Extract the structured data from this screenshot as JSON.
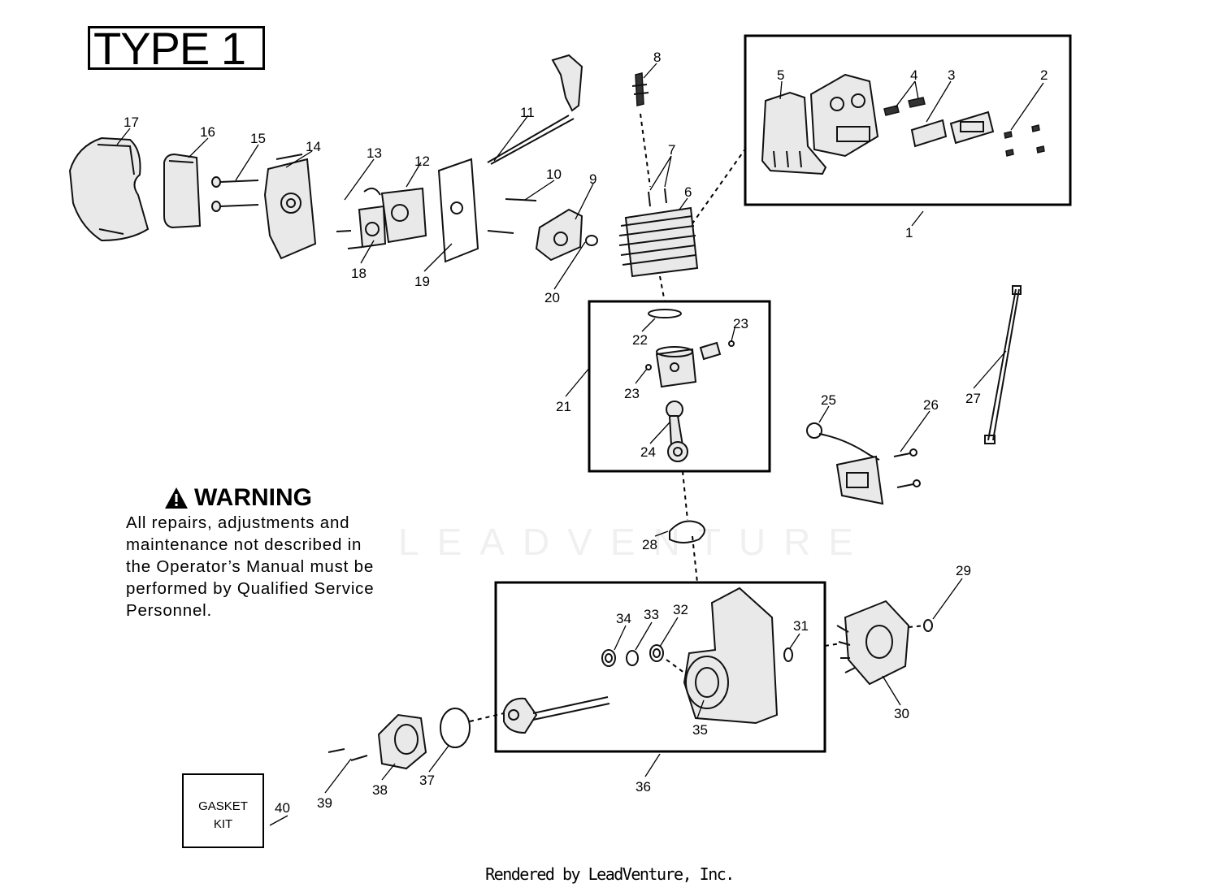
{
  "type_label": "TYPE 1",
  "warning": {
    "title": "WARNING",
    "lines": [
      "All repairs, adjustments and",
      "maintenance not described in",
      "the Operator’s Manual must be",
      "performed by Qualified Service",
      "Personnel."
    ]
  },
  "gasket_kit": {
    "line1": "GASKET",
    "line2": "KIT"
  },
  "watermark": "LEADVENTURE",
  "footer": "Rendered by LeadVenture, Inc.",
  "callouts": [
    "1",
    "2",
    "3",
    "4",
    "5",
    "6",
    "7",
    "8",
    "9",
    "10",
    "11",
    "12",
    "13",
    "14",
    "15",
    "16",
    "17",
    "18",
    "19",
    "20",
    "21",
    "22",
    "23",
    "23",
    "24",
    "25",
    "26",
    "27",
    "28",
    "29",
    "30",
    "31",
    "32",
    "33",
    "34",
    "35",
    "36",
    "37",
    "38",
    "39",
    "40"
  ]
}
